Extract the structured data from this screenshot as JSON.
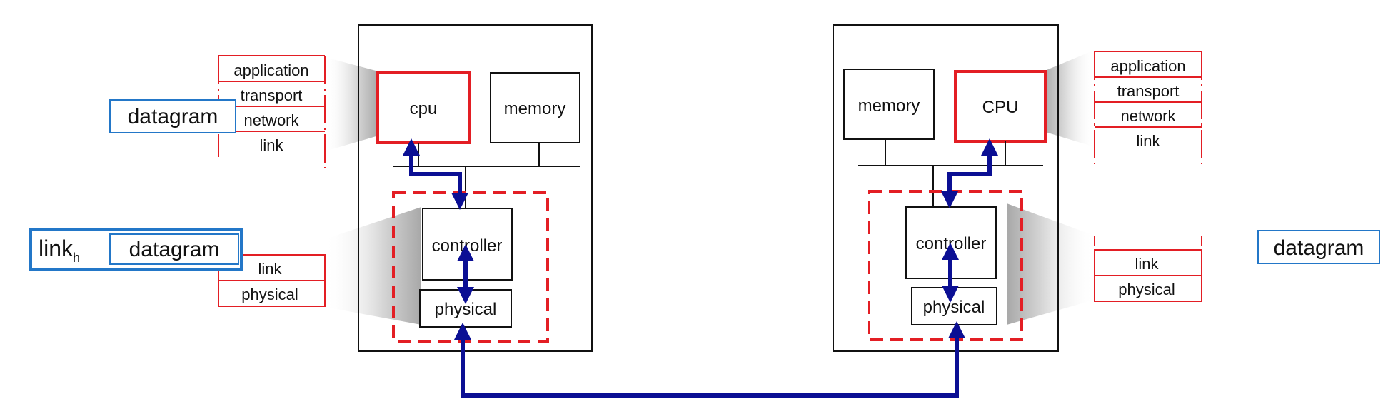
{
  "left_host": {
    "cpu_label": "cpu",
    "memory_label": "memory",
    "controller_label": "controller",
    "physical_label": "physical",
    "upper_stack": [
      "application",
      "transport",
      "network",
      "link"
    ],
    "lower_stack": [
      "link",
      "physical"
    ],
    "datagram_label": "datagram",
    "frame_header_base": "link",
    "frame_header_sub": "h",
    "frame_payload": "datagram"
  },
  "right_host": {
    "cpu_label": "CPU",
    "memory_label": "memory",
    "controller_label": "controller",
    "physical_label": "physical",
    "upper_stack": [
      "application",
      "transport",
      "network",
      "link"
    ],
    "lower_stack": [
      "link",
      "physical"
    ],
    "datagram_label": "datagram"
  },
  "colors": {
    "accent_red": "#e31e24",
    "arrow_blue": "#0b0f94",
    "label_blue": "#2377c8",
    "box_black": "#111111"
  }
}
